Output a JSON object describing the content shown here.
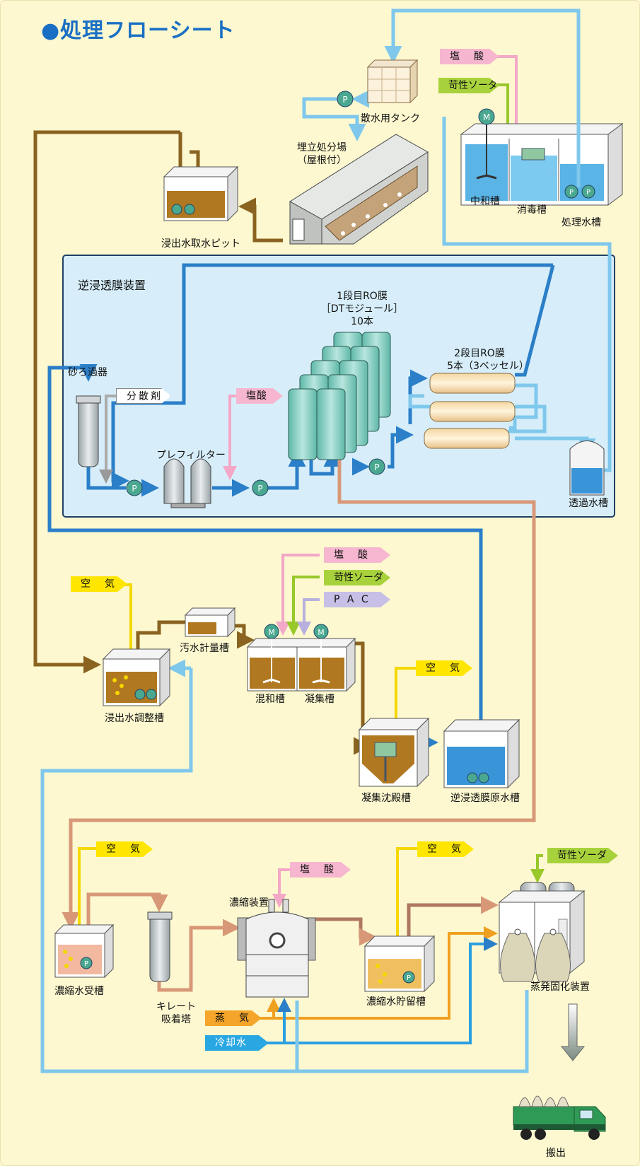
{
  "title": "●処理フローシート",
  "ro_section": {
    "title": "逆浸透膜装置"
  },
  "labels": {
    "water_tank": "散水用タンク",
    "landfill_1": "埋立処分場",
    "landfill_2": "（屋根付）",
    "neutral_tank": "中和槽",
    "disinfect_tank": "消毒槽",
    "treated_tank": "処理水槽",
    "leach_pit": "浸出水取水ピット",
    "sand_filter": "砂ろ過器",
    "prefilter": "プレフィルター",
    "ro1_a": "1段目RO膜",
    "ro1_b": "［DTモジュール］",
    "ro1_c": "10本",
    "ro2_a": "2段目RO膜",
    "ro2_b": "5本（3ベッセル）",
    "permeate_tank": "透過水槽",
    "sewage_meter": "汚水計量槽",
    "leach_adjust": "浸出水調整槽",
    "mix_tank": "混和槽",
    "coag_tank": "凝集槽",
    "settling_tank": "凝集沈殿槽",
    "ro_raw_tank": "逆浸透膜原水槽",
    "conc_receive": "濃縮水受槽",
    "chelate_1": "キレート",
    "chelate_2": "吸着塔",
    "concentrator": "濃縮装置",
    "conc_store": "濃縮水貯留槽",
    "evaporator": "蒸発固化装置",
    "carry_out": "搬出"
  },
  "tags": {
    "hcl_top": "塩　酸",
    "naoh_top": "苛性ソーダ",
    "dispersant": "分散剤",
    "hcl_ro": "塩酸",
    "hcl_mid": "塩　酸",
    "naoh_mid": "苛性ソーダ",
    "pac": "P A C",
    "air_left": "空　気",
    "air_settle": "空　気",
    "air_bottom": "空　気",
    "hcl_bottom": "塩　酸",
    "air_store": "空　気",
    "naoh_bottom": "苛性ソーダ",
    "steam": "蒸　気",
    "cooling": "冷却水"
  },
  "colors": {
    "brown_line": "#8a6320",
    "lightblue_line": "#7fc8ec",
    "blue_line": "#2b7fc8",
    "salmon_line": "#d89878",
    "pink_line": "#f3a8c8",
    "green_line": "#98c82a",
    "yellow_line": "#f5d800",
    "purple_line": "#b8b0de",
    "orange_line": "#f0a020",
    "ro_bg": "#d7eefa",
    "page_bg": "#fdf8d0"
  },
  "icons": [
    "pump-icon",
    "motor-icon",
    "truck-icon",
    "tank-icon",
    "ro-module-icon",
    "down-arrow-icon"
  ]
}
